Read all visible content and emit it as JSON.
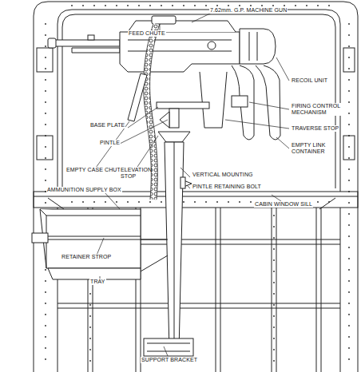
{
  "diagram": {
    "labels": [
      "7.62mm. G.P. MACHINE GUN",
      "FEED CHUTE",
      "RECOIL UNIT",
      "BASE PLATE",
      "FIRING CONTROL MECHANISM",
      "PINTLE",
      "TRAVERSE STOP",
      "EMPTY CASE CHUTE",
      "ELEVATION STOP",
      "EMPTY LINK CONTAINER",
      "VERTICAL MOUNTING",
      "PINTLE RETAINING BOLT",
      "AMMUNITION SUPPLY BOX",
      "CABIN WINDOW SILL",
      "RETAINER STROP",
      "TRAY",
      "SUPPORT BRACKET"
    ]
  }
}
